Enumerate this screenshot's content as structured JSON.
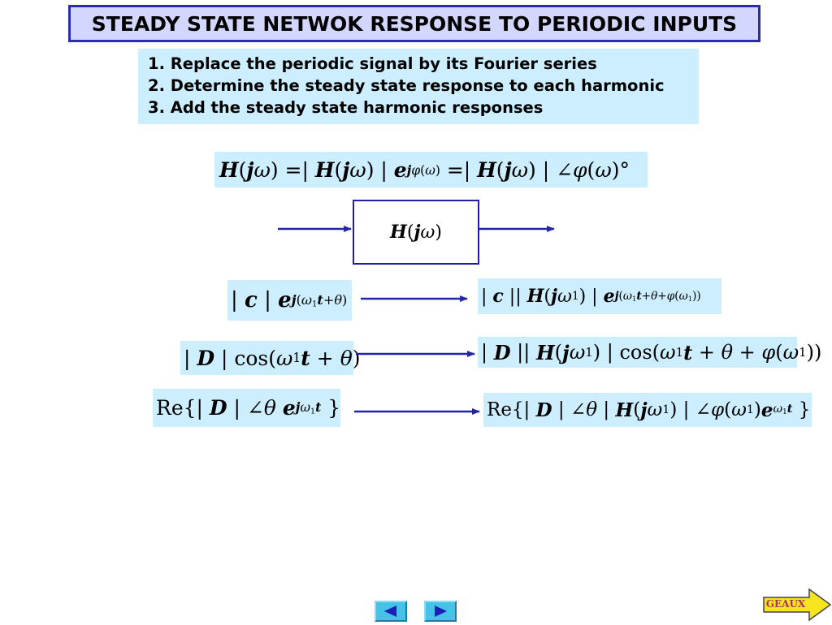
{
  "title": "STEADY STATE NETWOK RESPONSE TO PERIODIC INPUTS",
  "steps": [
    "1. Replace the periodic signal by its Fourier series",
    "2. Determine the steady state response to each harmonic",
    "3. Add the steady state harmonic responses"
  ],
  "block_label": "H(jω)",
  "nav": {
    "prev_icon": "left-triangle",
    "next_icon": "right-triangle"
  },
  "geaux": {
    "label": "GEAUX",
    "fill": "#f6e51e",
    "text_color": "#b03060"
  },
  "colors": {
    "title_bg": "#d3d7fd",
    "title_border": "#2b2bb0",
    "panel_bg": "#cdeefe",
    "arrow": "#2424a8",
    "nav_bg": "#44c2e8"
  }
}
